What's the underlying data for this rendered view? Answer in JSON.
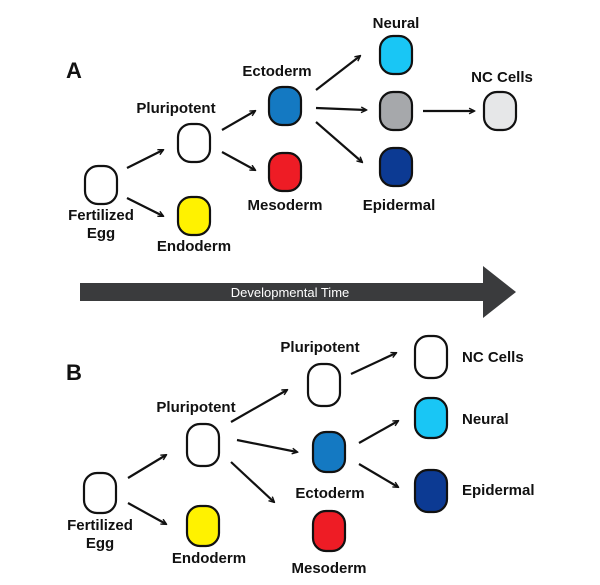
{
  "colors": {
    "white": "#ffffff",
    "light_blue": "#19c6f5",
    "gray": "#a6a8ab",
    "dark_blue": "#0c3a93",
    "mid_blue": "#1479c2",
    "red": "#ee1c25",
    "yellow": "#fff200",
    "light_gray": "#e6e7e8",
    "arrow_bar": "#3a3b3d",
    "arrow_text": "#ffffff",
    "ink": "#111111"
  },
  "timeline": {
    "label": "Developmental Time"
  },
  "panel_a": {
    "panel_label": "A",
    "fertilized": "Fertilized",
    "egg": "Egg",
    "pluripotent": "Pluripotent",
    "endoderm": "Endoderm",
    "ectoderm": "Ectoderm",
    "mesoderm": "Mesoderm",
    "neural": "Neural",
    "epidermal": "Epidermal",
    "nc_cells": "NC Cells"
  },
  "panel_b": {
    "panel_label": "B",
    "fertilized": "Fertilized",
    "egg": "Egg",
    "pluripotent": "Pluripotent",
    "endoderm": "Endoderm",
    "pluripotent_late": "Pluripotent",
    "ectoderm": "Ectoderm",
    "mesoderm": "Mesoderm",
    "nc_cells": "NC Cells",
    "neural": "Neural",
    "epidermal": "Epidermal"
  }
}
